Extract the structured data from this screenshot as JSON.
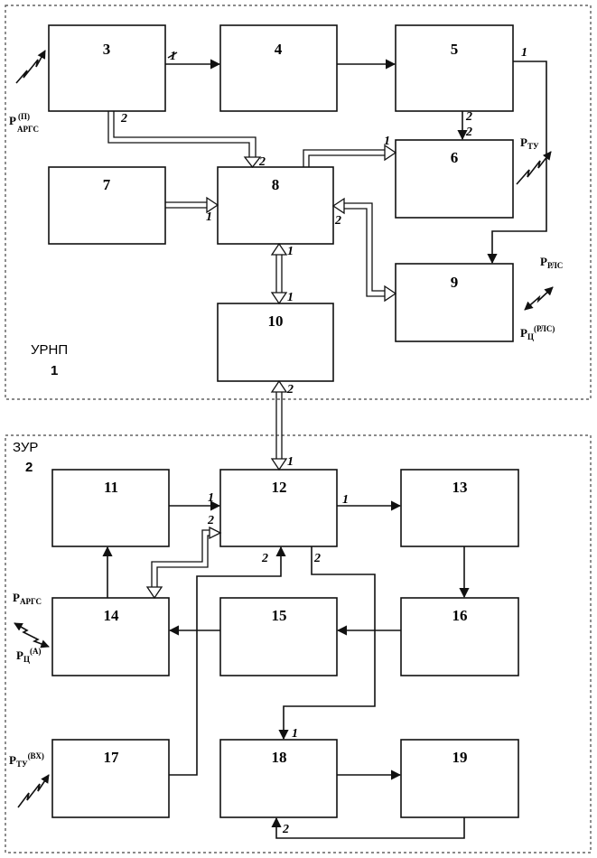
{
  "groups": {
    "urnp": {
      "name": "УРНП",
      "number": "1"
    },
    "zur": {
      "name": "ЗУР",
      "number": "2"
    }
  },
  "blocks": {
    "b3": "3",
    "b4": "4",
    "b5": "5",
    "b6": "6",
    "b7": "7",
    "b8": "8",
    "b9": "9",
    "b10": "10",
    "b11": "11",
    "b12": "12",
    "b13": "13",
    "b14": "14",
    "b15": "15",
    "b16": "16",
    "b17": "17",
    "b18": "18",
    "b19": "19"
  },
  "ports": {
    "one": "1",
    "two": "2"
  },
  "signals": {
    "p_args_p": {
      "main": "P",
      "sup": "(П)",
      "sub": "АРГС"
    },
    "p_tu": {
      "main": "P",
      "sub": "ТУ"
    },
    "p_rls": {
      "main": "P",
      "sub": "РЛС"
    },
    "p_c_rls": {
      "main": "P",
      "sub": "Ц",
      "sup": "(РЛС)"
    },
    "p_args": {
      "main": "P",
      "sub": "АРГС"
    },
    "p_c_a": {
      "main": "P",
      "sub": "Ц",
      "sup": "(А)"
    },
    "p_tu_vx": {
      "main": "P",
      "sub": "ТУ",
      "sup": "(ВХ)"
    }
  }
}
